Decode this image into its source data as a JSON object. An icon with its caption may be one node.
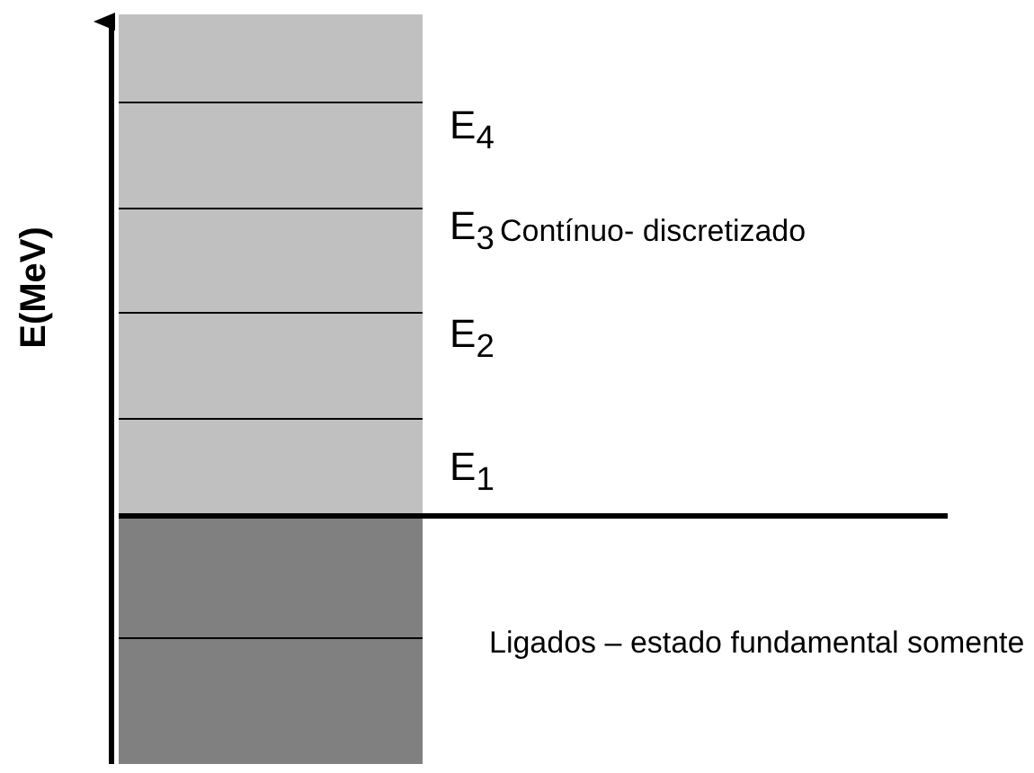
{
  "diagram": {
    "labels": [
      "E(MeV)",
      "E$_{4}$",
      "E$_{3}$",
      "Contínuo- discretizado",
      "E$_{2}$",
      "E$_{1}$",
      "Ligados – estado fundamental somente"
    ]
  }
}
